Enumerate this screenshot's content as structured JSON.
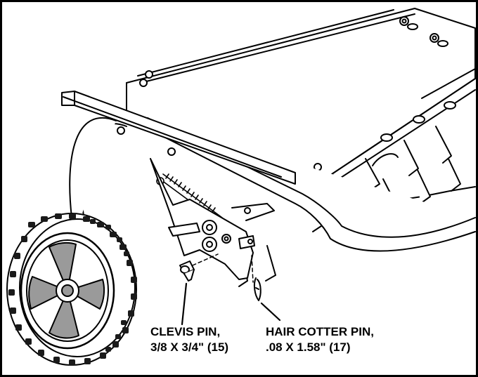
{
  "callouts": {
    "clevis_pin": {
      "line1": "CLEVIS PIN,",
      "line2": "3/8 X 3/4\" (15)"
    },
    "hair_cotter_pin": {
      "line1": "HAIR COTTER PIN,",
      "line2": ".08 X 1.58\" (17)"
    }
  },
  "colors": {
    "ink": "#000000",
    "paper": "#ffffff",
    "tire_shade": "#1a1a1a",
    "hub_gray": "#9a9a9a"
  }
}
